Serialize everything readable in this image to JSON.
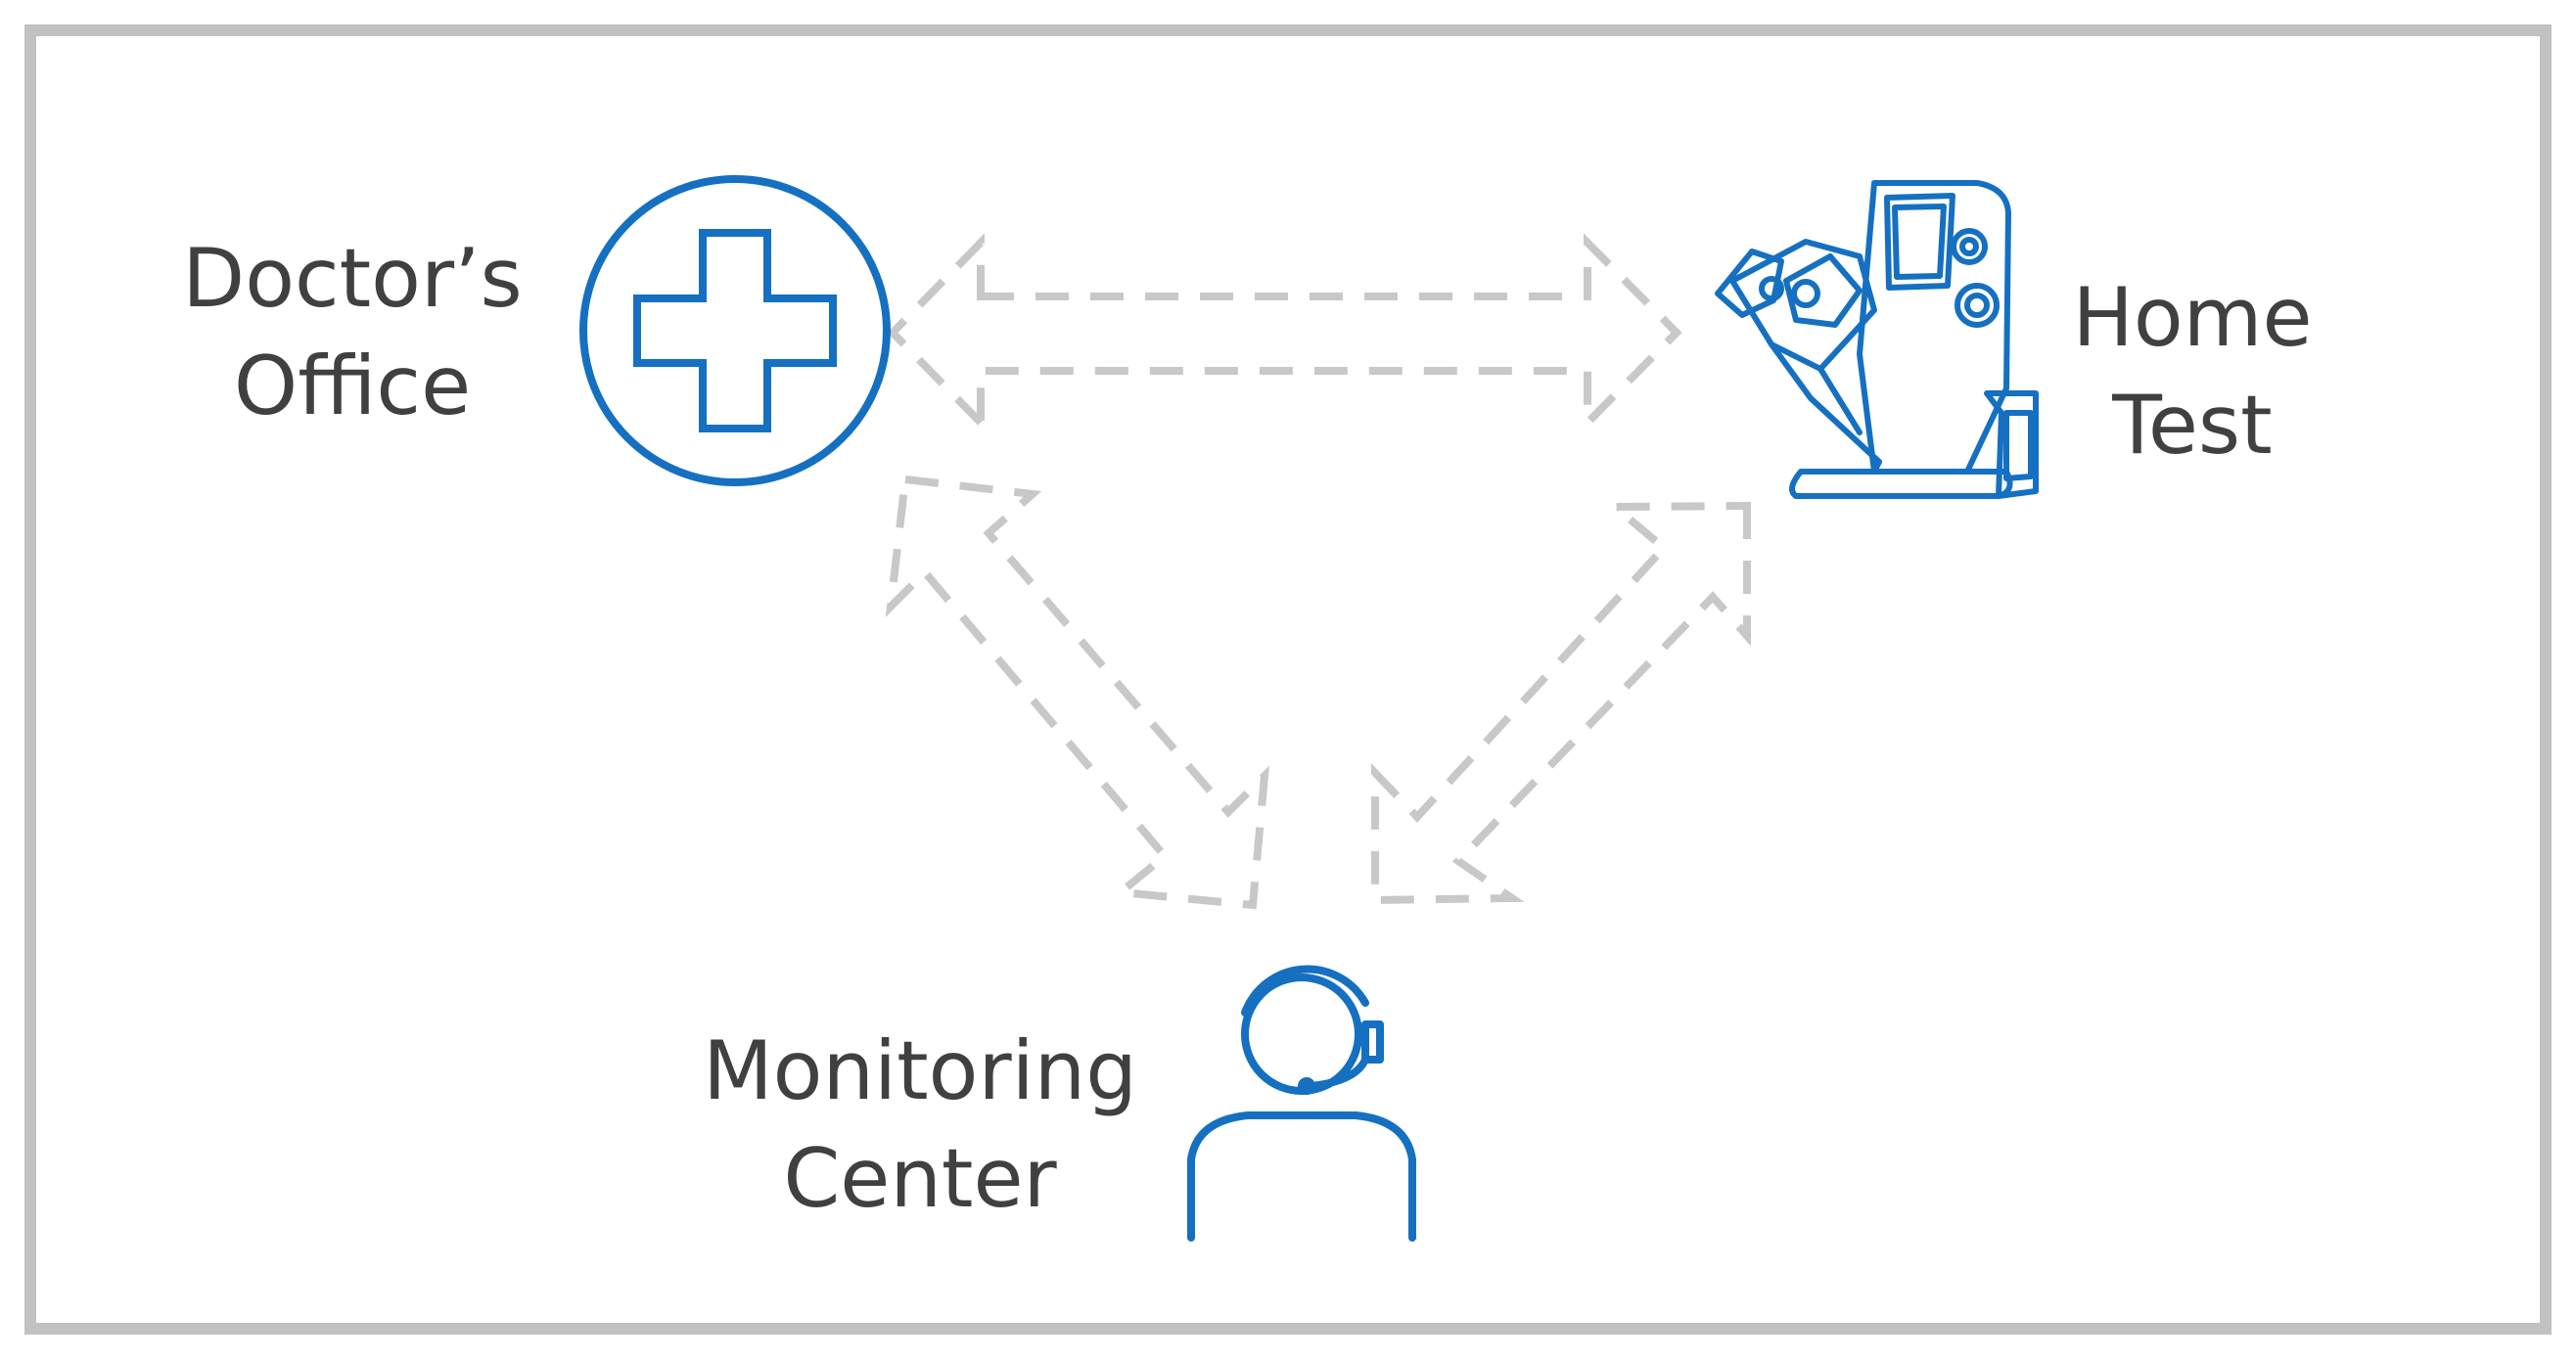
{
  "nodes": {
    "doctors_office": {
      "line1": "Doctor’s",
      "line2": "Office",
      "icon": "medical-cross-icon"
    },
    "home_test": {
      "line1": "Home",
      "line2": "Test",
      "icon": "home-test-device-icon"
    },
    "monitoring_center": {
      "line1": "Monitoring",
      "line2": "Center",
      "icon": "headset-operator-icon"
    }
  },
  "connections": [
    {
      "from": "doctors_office",
      "to": "home_test",
      "style": "dashed double-headed arrow"
    },
    {
      "from": "doctors_office",
      "to": "monitoring_center",
      "style": "dashed double-headed arrow"
    },
    {
      "from": "home_test",
      "to": "monitoring_center",
      "style": "dashed double-headed arrow"
    }
  ],
  "colors": {
    "icon_blue": "#1570c1",
    "arrow_gray": "#c8c8c8",
    "label_text": "#404040",
    "frame_border": "#c1c1c1"
  }
}
